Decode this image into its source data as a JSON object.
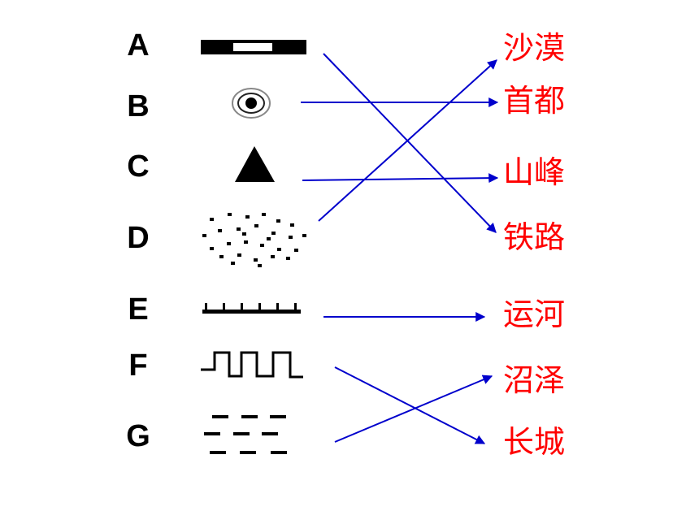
{
  "letters": [
    "A",
    "B",
    "C",
    "D",
    "E",
    "F",
    "G"
  ],
  "terms": [
    "沙漠",
    "首都",
    "山峰",
    "铁路",
    "运河",
    "沼泽",
    "长城"
  ],
  "symbols": [
    {
      "letter": "A",
      "name": "railway-symbol"
    },
    {
      "letter": "B",
      "name": "capital-symbol"
    },
    {
      "letter": "C",
      "name": "mountain-peak-symbol"
    },
    {
      "letter": "D",
      "name": "desert-symbol"
    },
    {
      "letter": "E",
      "name": "canal-symbol"
    },
    {
      "letter": "F",
      "name": "great-wall-symbol"
    },
    {
      "letter": "G",
      "name": "swamp-symbol"
    }
  ],
  "matches": [
    {
      "from": "A",
      "to": "铁路"
    },
    {
      "from": "B",
      "to": "首都"
    },
    {
      "from": "C",
      "to": "山峰"
    },
    {
      "from": "D",
      "to": "沙漠"
    },
    {
      "from": "E",
      "to": "运河"
    },
    {
      "from": "F",
      "to": "长城"
    },
    {
      "from": "G",
      "to": "沼泽"
    }
  ],
  "colors": {
    "letters": "#000000",
    "terms": "#ff0000",
    "arrows": "#0000cc"
  }
}
